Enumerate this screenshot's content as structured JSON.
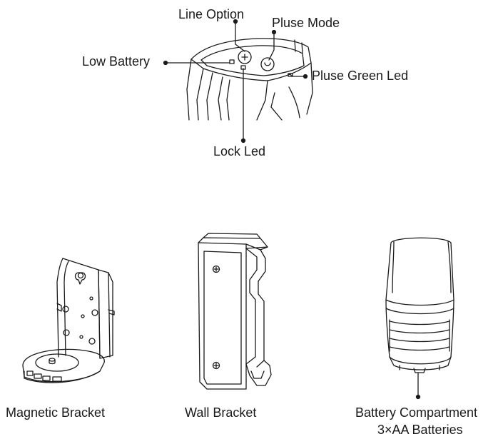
{
  "callouts": {
    "line_option": "Line Option",
    "pluse_mode": "Pluse Mode",
    "low_battery": "Low Battery",
    "pluse_green_led": "Pluse Green Led",
    "lock_led": "Lock Led"
  },
  "captions": {
    "magnetic_bracket": "Magnetic Bracket",
    "wall_bracket": "Wall Bracket",
    "battery_compartment_line1": "Battery Compartment",
    "battery_compartment_line2": "3×AA Batteries"
  },
  "colors": {
    "line": "#1a1a1a",
    "background": "#ffffff"
  }
}
